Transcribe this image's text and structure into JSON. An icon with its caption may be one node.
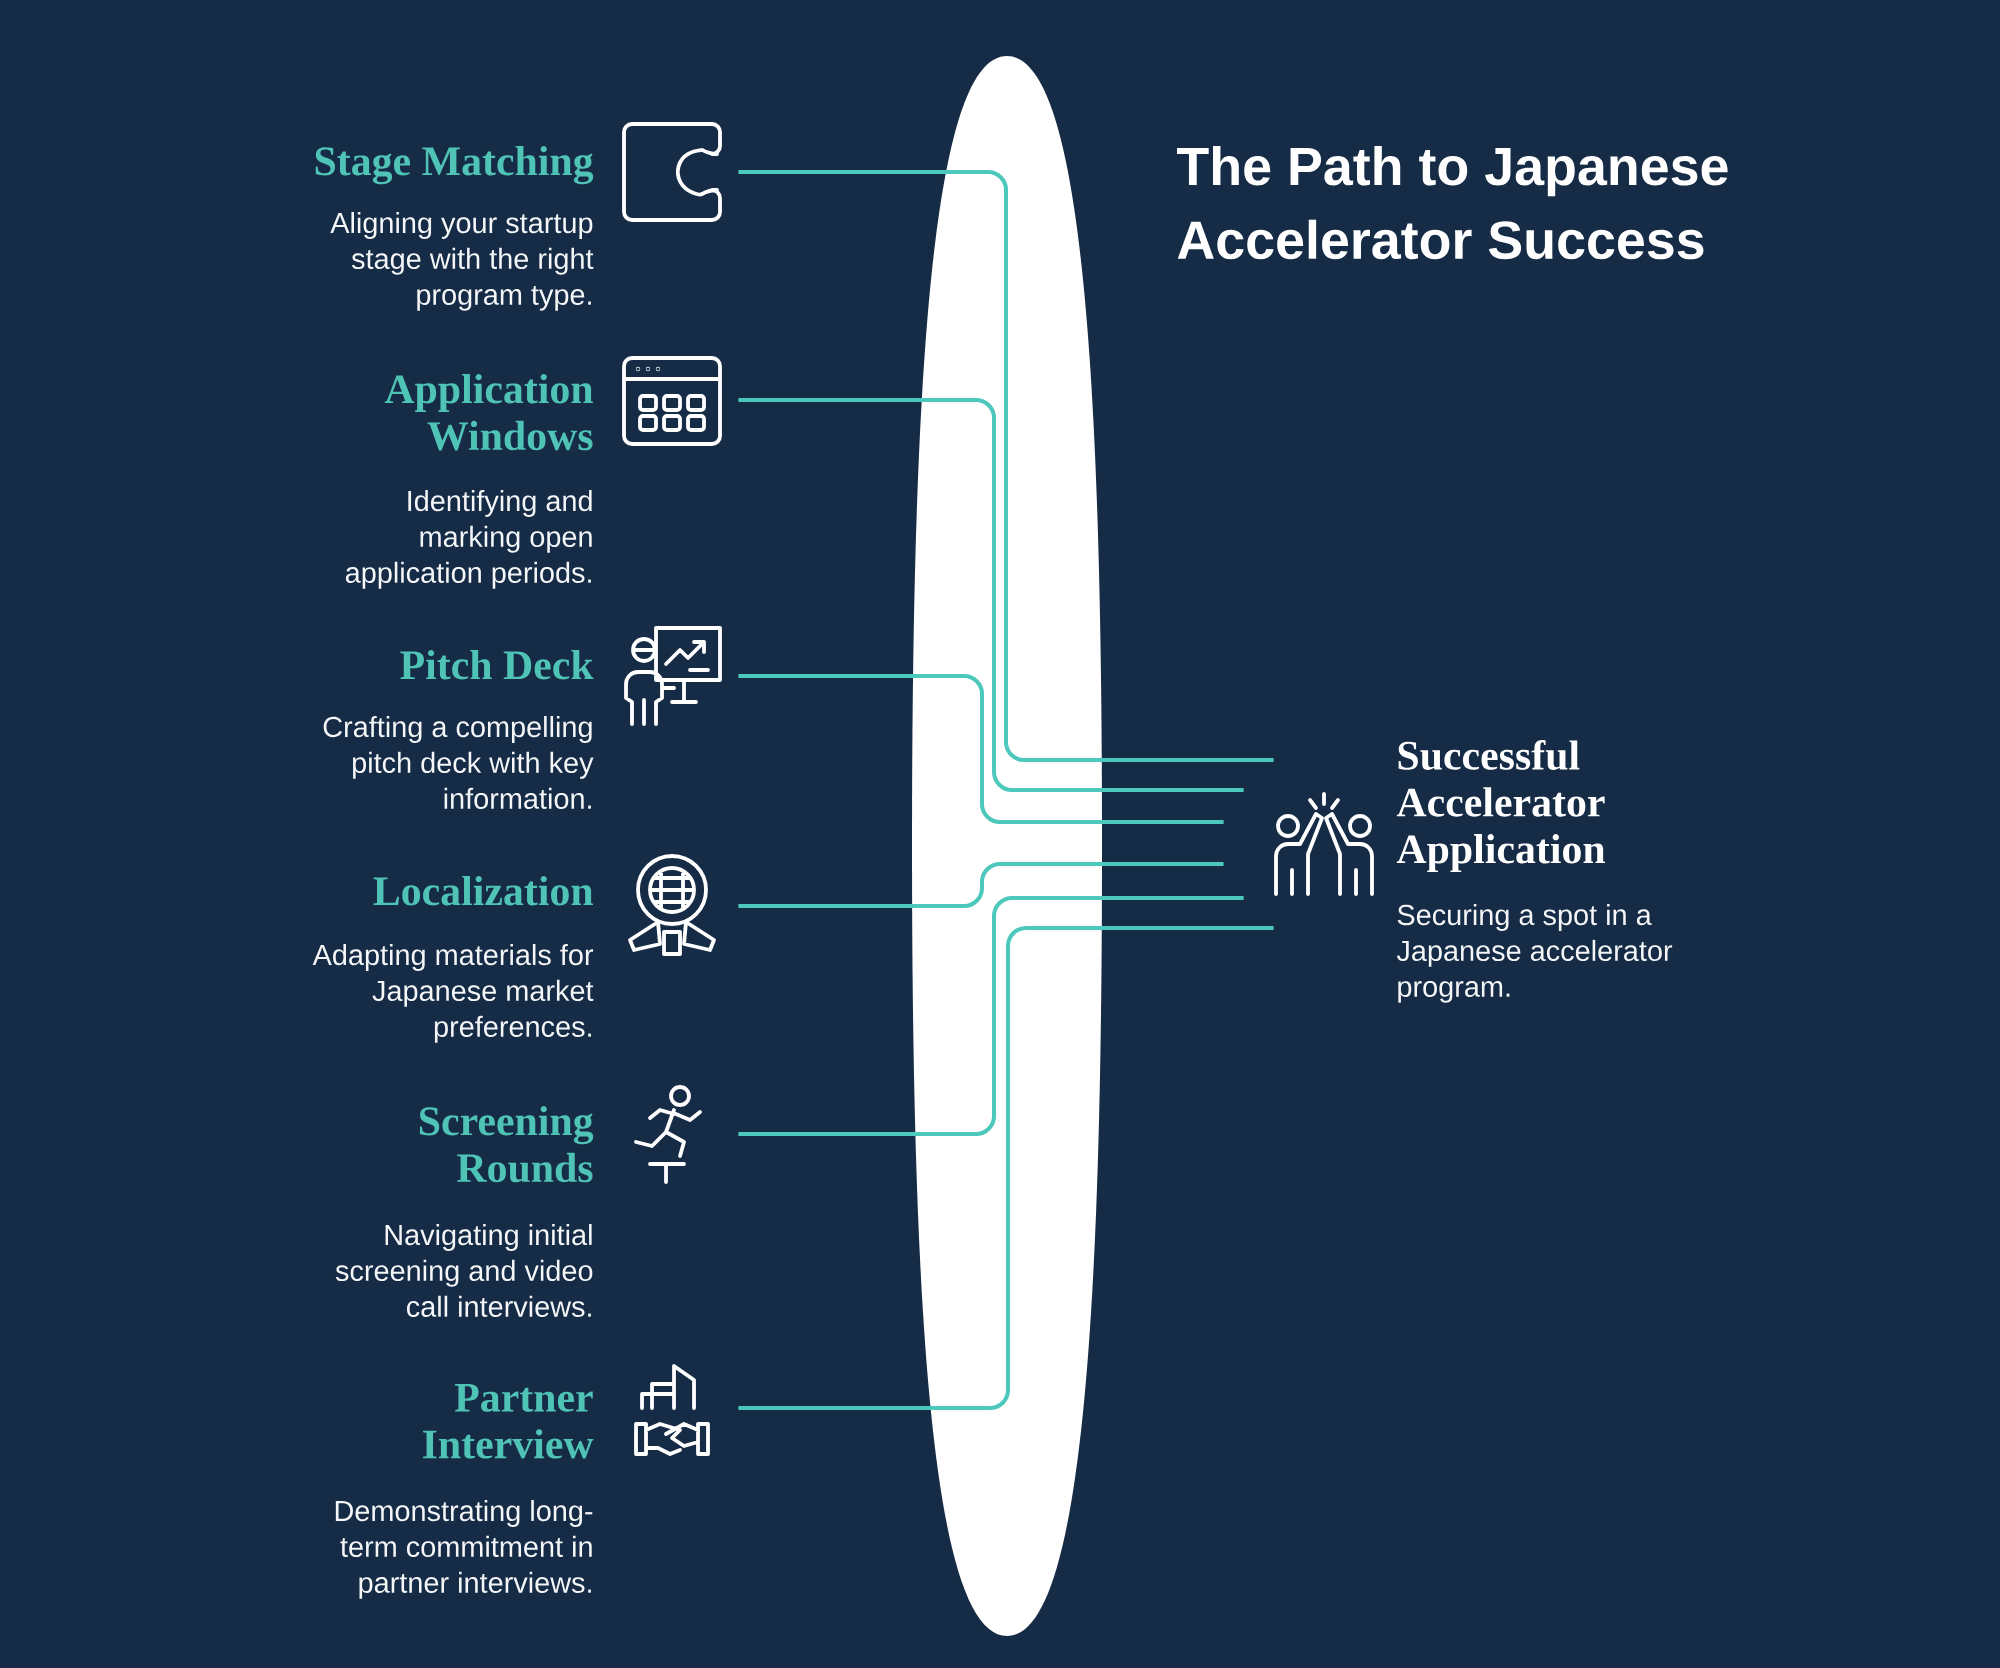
{
  "diagram": {
    "title": "The Path to Japanese Accelerator Success",
    "nodes": [
      {
        "text": [
          "Stage Matching",
          "Aligning your startup stage with the right program type."
        ]
      },
      {
        "text": [
          "Application Windows",
          "Identifying and marking open application periods."
        ]
      },
      {
        "text": [
          "Pitch Deck",
          "Crafting a compelling pitch deck with key information."
        ]
      },
      {
        "text": [
          "Localization",
          "Adapting materials for Japanese market preferences."
        ]
      },
      {
        "text": [
          "Screening Rounds",
          "Navigating initial screening and video call interviews."
        ]
      },
      {
        "text": [
          "Partner Interview",
          "Demonstrating long-term commitment in partner interviews."
        ]
      },
      {
        "text": [
          "Successful Accelerator Application",
          "Securing a spot in a Japanese accelerator program."
        ]
      }
    ],
    "edges": [
      {
        "from": 0,
        "to": 6,
        "arrow": "none"
      },
      {
        "from": 1,
        "to": 6,
        "arrow": "none"
      },
      {
        "from": 2,
        "to": 6,
        "arrow": "none"
      },
      {
        "from": 3,
        "to": 6,
        "arrow": "none"
      },
      {
        "from": 4,
        "to": 6,
        "arrow": "none"
      },
      {
        "from": 5,
        "to": 6,
        "arrow": "none"
      }
    ]
  }
}
